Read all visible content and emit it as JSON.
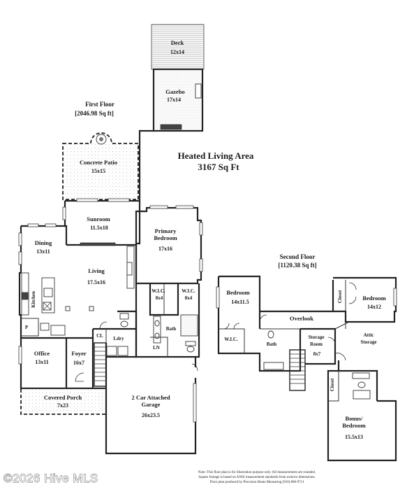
{
  "plan": {
    "first_floor": {
      "title": "First Floor",
      "area": "[2046.98 Sq ft]"
    },
    "second_floor": {
      "title": "Second Floor",
      "area": "[1120.38 Sq ft]"
    },
    "heated": {
      "title": "Heated Living Area",
      "area": "3167 Sq Ft"
    },
    "rooms": {
      "deck": {
        "name": "Deck",
        "dim": "12x14"
      },
      "gazebo": {
        "name": "Gazebo",
        "dim": "17x14"
      },
      "patio": {
        "name": "Concrete Patio",
        "dim": "15x15"
      },
      "sunroom": {
        "name": "Sunroom",
        "dim": "11.5x18"
      },
      "primary": {
        "name1": "Primary",
        "name2": "Bedroom",
        "dim": "17x16"
      },
      "dining": {
        "name": "Dining",
        "dim": "13x11"
      },
      "living": {
        "name": "Living",
        "dim": "17.5x16"
      },
      "kitchen": {
        "name": "Kitchen"
      },
      "pantry": {
        "name": "P"
      },
      "wic1": {
        "name": "W.I.C.",
        "dim": "8x4"
      },
      "wic2": {
        "name": "W.I.C.",
        "dim": "8x4"
      },
      "bath_main": {
        "name": "Bath"
      },
      "closet_cl": {
        "name": "CL"
      },
      "laundry": {
        "name": "Ldry"
      },
      "linen": {
        "name": "LN"
      },
      "office": {
        "name": "Office",
        "dim": "13x11"
      },
      "foyer": {
        "name": "Foyer",
        "dim": "16x7"
      },
      "porch": {
        "name": "Covered Porch",
        "dim": "7x23"
      },
      "garage": {
        "name1": "2 Car Attached",
        "name2": "Garage",
        "dim": "26x23.5"
      },
      "bed2": {
        "name": "Bedroom",
        "dim": "14x11.5"
      },
      "bed3": {
        "name": "Bedroom",
        "dim": "14x12"
      },
      "closet_up": {
        "name": "Closet"
      },
      "overlook": {
        "name": "Overlook"
      },
      "wic_up": {
        "name": "W.I.C."
      },
      "bath_up": {
        "name": "Bath"
      },
      "storage": {
        "name1": "Storage",
        "name2": "Room",
        "dim": "8x7"
      },
      "attic": {
        "name1": "Attic",
        "name2": "Storage"
      },
      "closet_bonus": {
        "name": "Closet"
      },
      "bonus": {
        "name1": "Bonus/",
        "name2": "Bedroom",
        "dim": "15.5x13"
      }
    },
    "note": [
      "Note: This floor plan is for illustration purpose only. All measurements are rounded.",
      "Square footage is based on ANSI measurement standards from exterior dimensions.",
      "Floor plan produced by Precision Home Measuring (910) 800-9711"
    ]
  },
  "watermark": "©2026 Hive MLS"
}
